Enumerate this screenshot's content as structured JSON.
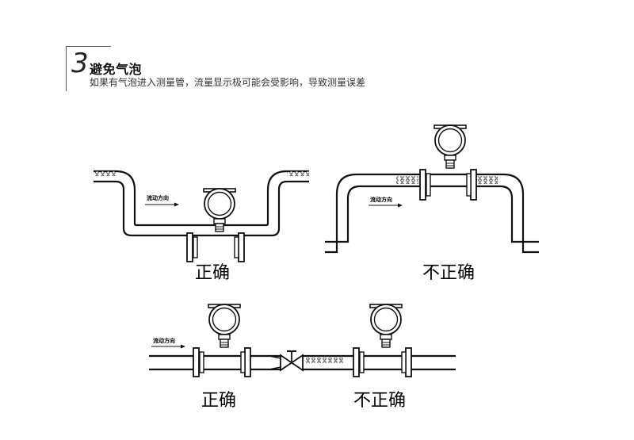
{
  "header": {
    "number": "3",
    "title": "避免气泡",
    "subtitle": "如果有气泡进入测量管，流量显示极可能会受影响，导致测量误差"
  },
  "diagrams": {
    "d1": {
      "flow": "流动方向",
      "verdict": "正确"
    },
    "d2": {
      "flow": "流动方向",
      "verdict": "不正确"
    },
    "d3": {
      "flow": "流动方向",
      "verdict_left": "正确",
      "verdict_right": "不正确"
    }
  }
}
